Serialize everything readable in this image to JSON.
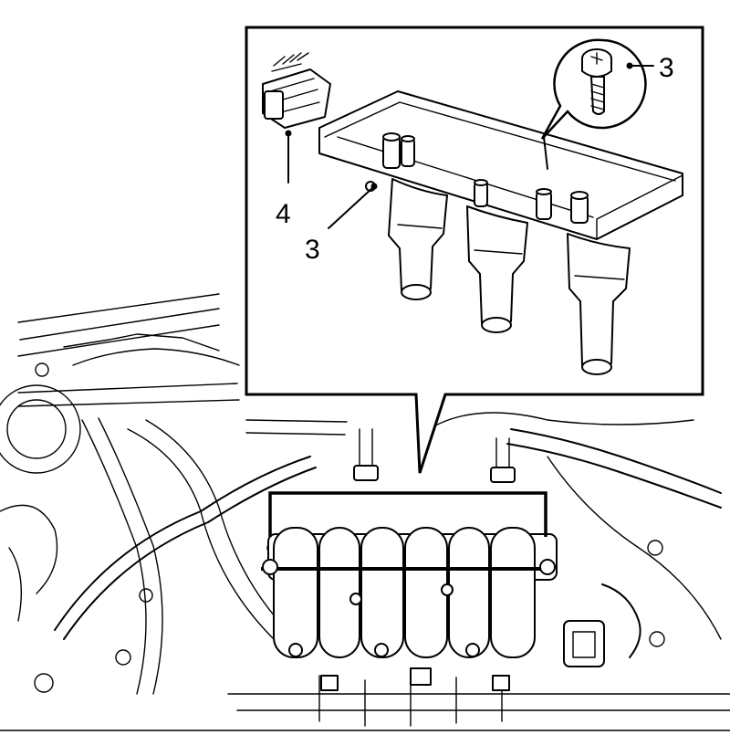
{
  "callouts": {
    "ignition_coil_label": "3",
    "bolt_label": "3",
    "connector_label": "4"
  },
  "colors": {
    "line": "#000000",
    "background": "#ffffff"
  }
}
